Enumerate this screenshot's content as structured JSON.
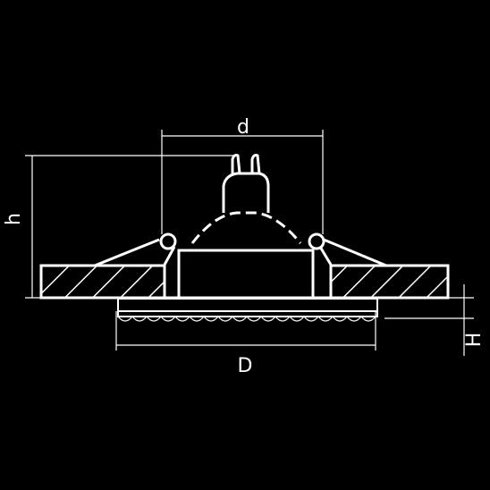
{
  "diagram": {
    "labels": {
      "d": "d",
      "h": "h",
      "D": "D",
      "H": "H"
    },
    "colors": {
      "background": "#000000",
      "line": "#ffffff"
    }
  }
}
